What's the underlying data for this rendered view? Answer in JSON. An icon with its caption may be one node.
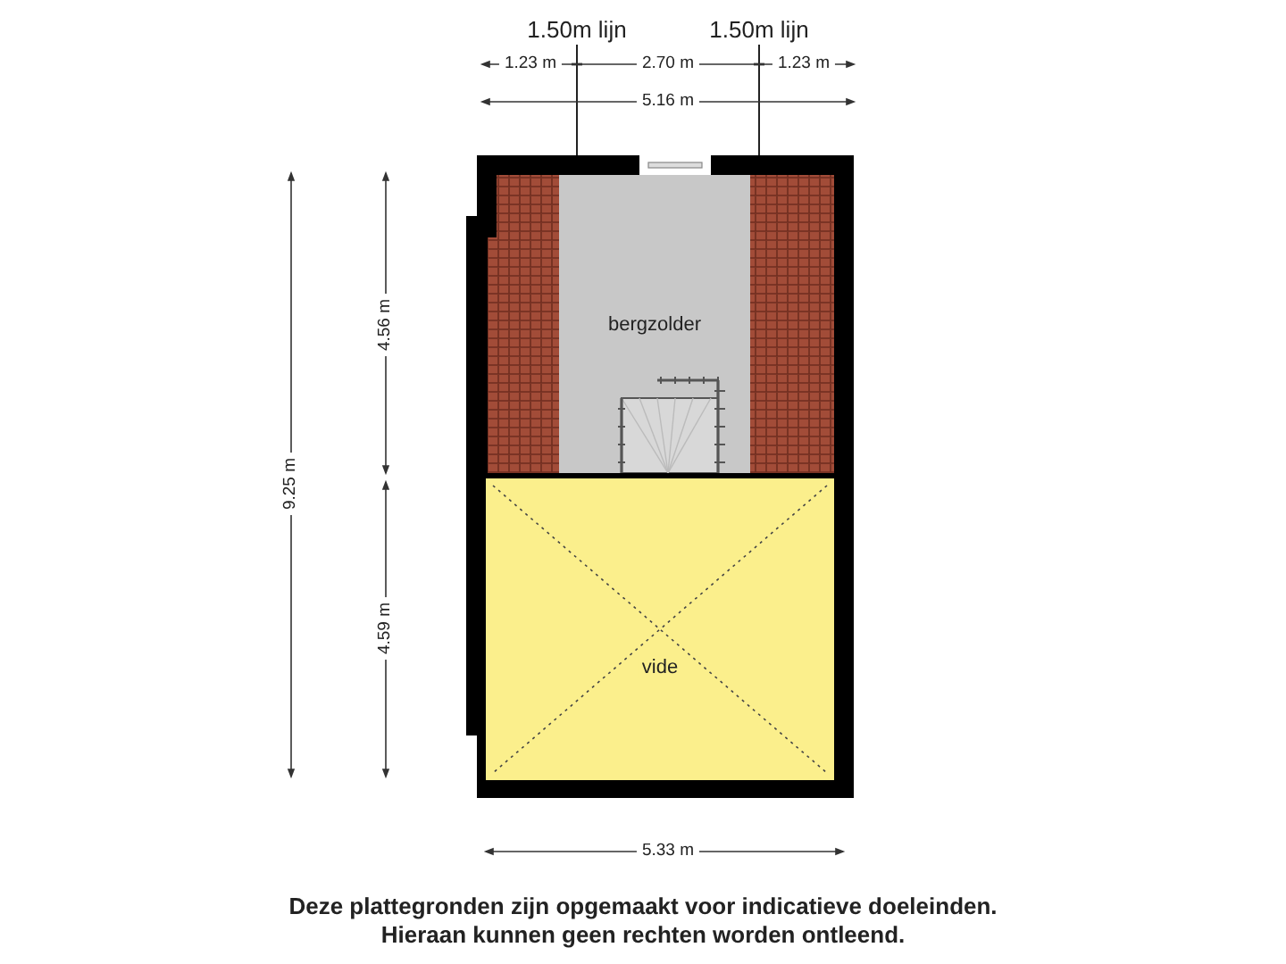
{
  "diagram": {
    "nodes": [
      {
        "text": [
          "bergzolder"
        ]
      },
      {
        "text": [
          "vide"
        ]
      }
    ],
    "labels": [
      "1.50m lijn",
      "1.50m lijn",
      "1.23 m",
      "2.70 m",
      "1.23 m",
      "5.16 m",
      "9.25 m",
      "4.56 m",
      "4.59 m",
      "5.33 m",
      "Deze plattegronden zijn opgemaakt voor indicatieve doeleinden.",
      "Hieraan kunnen geen rechten worden ontleend."
    ]
  }
}
